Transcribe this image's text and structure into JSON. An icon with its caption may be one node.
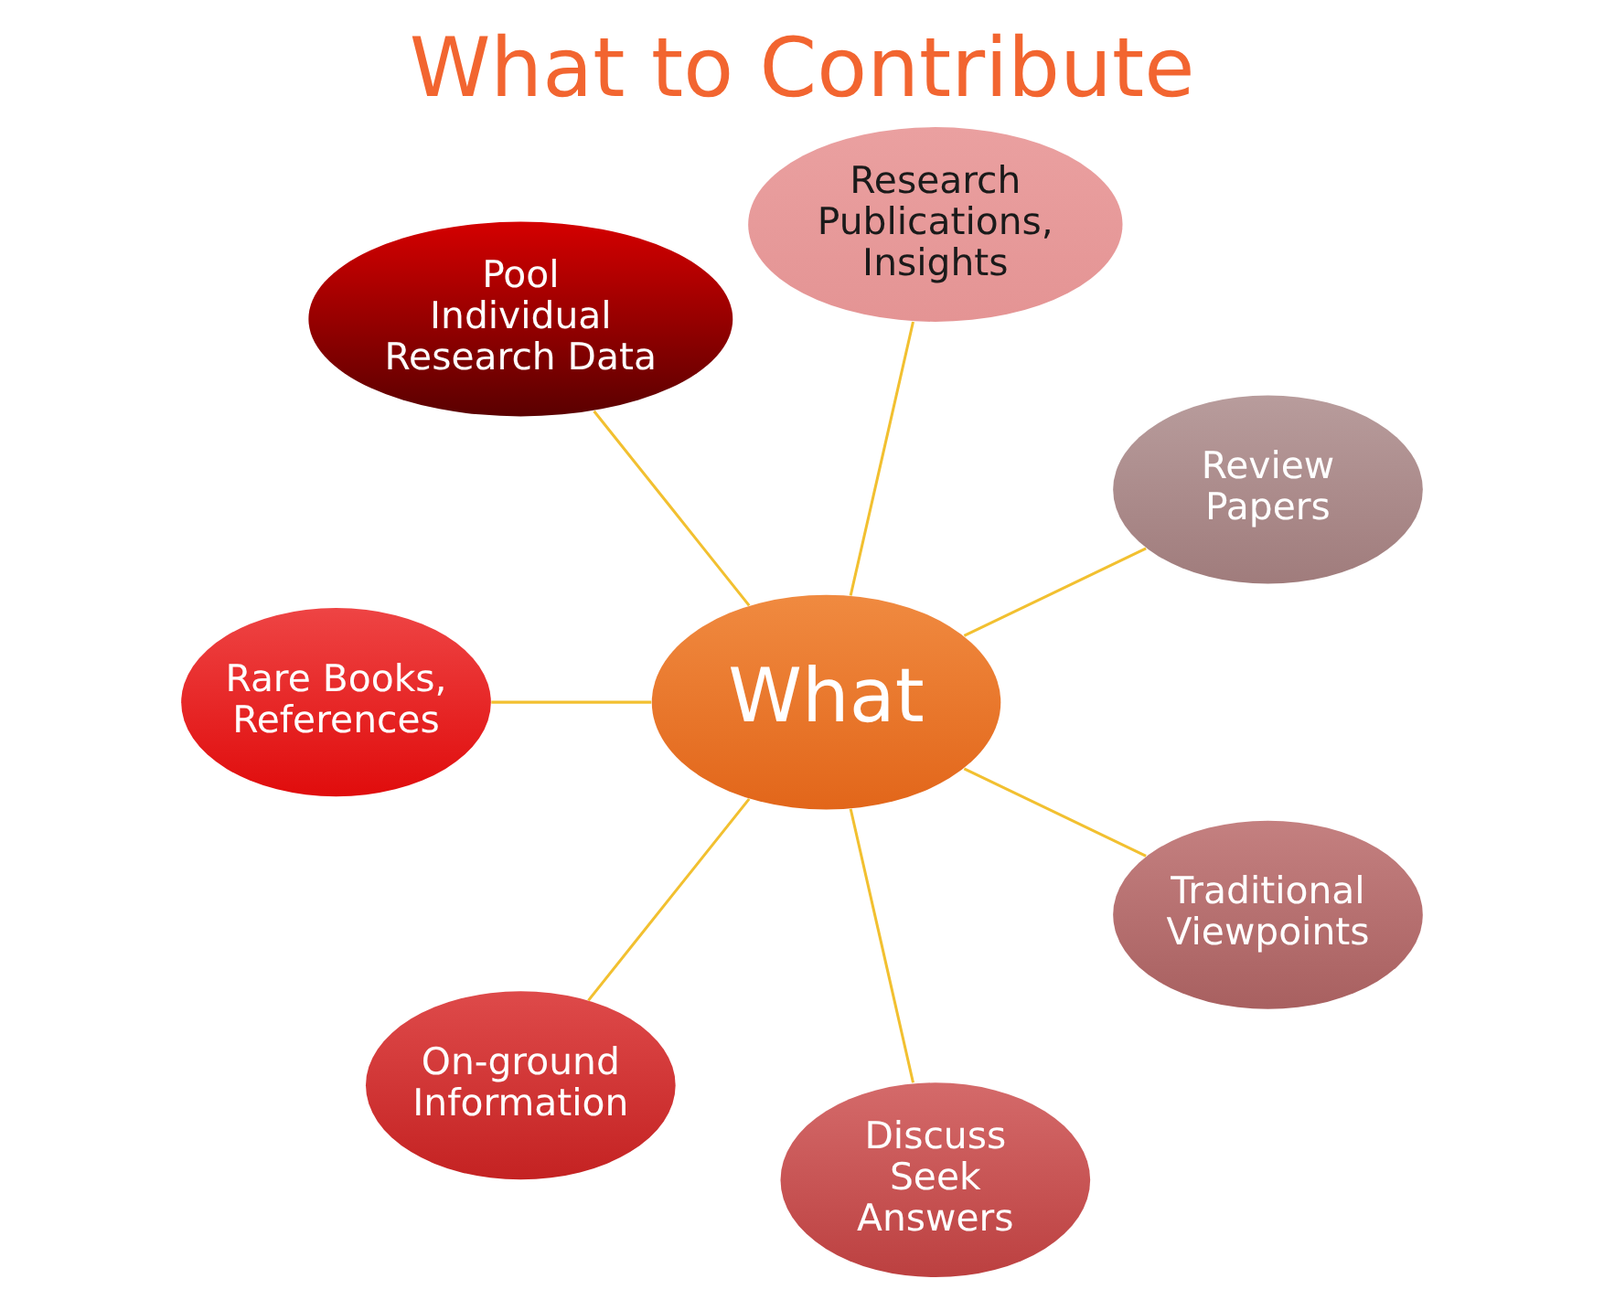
{
  "diagram": {
    "title": "What to Contribute",
    "nodes": [
      {
        "text": [
          "Research Publications, Insights"
        ]
      },
      {
        "text": [
          "Pool Individual Research Data"
        ]
      },
      {
        "text": [
          "Review Papers"
        ]
      },
      {
        "text": [
          "What"
        ]
      },
      {
        "text": [
          "Traditional Viewpoints"
        ]
      },
      {
        "text": [
          "Rare Books, References"
        ]
      },
      {
        "text": [
          "Discuss Seek Answers"
        ]
      },
      {
        "text": [
          "On-ground Information"
        ]
      }
    ],
    "edges": [
      {
        "from": 3,
        "to": 0,
        "arrow": "none"
      },
      {
        "from": 3,
        "to": 2,
        "arrow": "none"
      },
      {
        "from": 3,
        "to": 4,
        "arrow": "none"
      },
      {
        "from": 3,
        "to": 6,
        "arrow": "none"
      },
      {
        "from": 3,
        "to": 7,
        "arrow": "none"
      },
      {
        "from": 3,
        "to": 5,
        "arrow": "none"
      },
      {
        "from": 3,
        "to": 1,
        "arrow": "none"
      }
    ]
  }
}
